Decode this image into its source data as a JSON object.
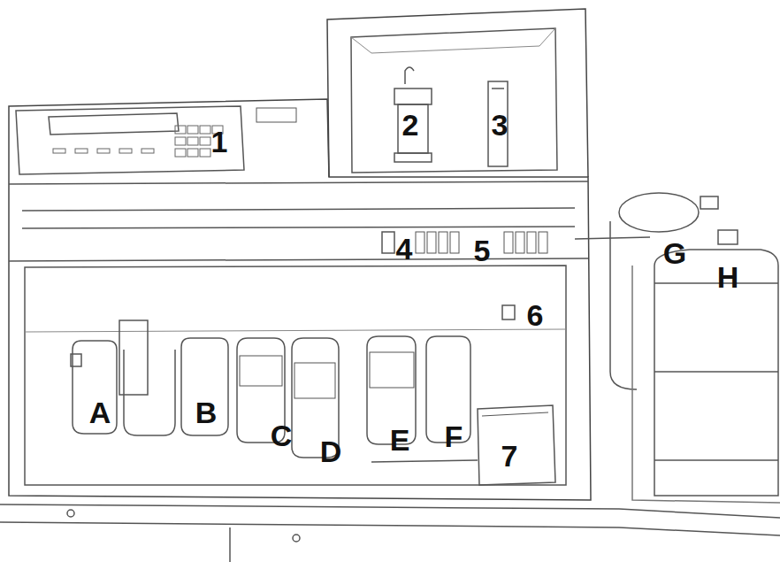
{
  "diagram": {
    "labels": [
      "1",
      "2",
      "3",
      "4",
      "5",
      "G",
      "H",
      "6",
      "A",
      "B",
      "C",
      "D",
      "E",
      "F",
      "7"
    ]
  }
}
